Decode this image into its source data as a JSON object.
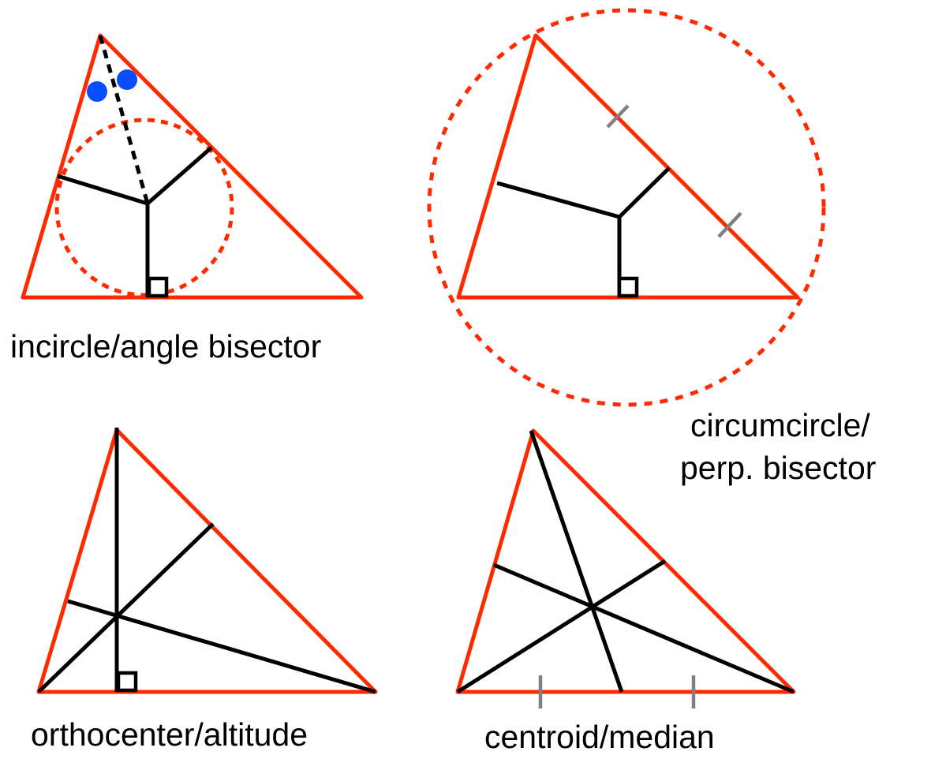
{
  "colors": {
    "triangle": "#ff2a00",
    "segments": "#000000",
    "angle_marks": "#0a4dff",
    "tick_marks": "#808080"
  },
  "panels": [
    {
      "id": "incircle",
      "caption": "incircle/angle bisector"
    },
    {
      "id": "circumcircle",
      "caption_lines": [
        "circumcircle/",
        "perp. bisector"
      ]
    },
    {
      "id": "orthocenter",
      "caption": "orthocenter/altitude"
    },
    {
      "id": "centroid",
      "caption": "centroid/median"
    }
  ]
}
